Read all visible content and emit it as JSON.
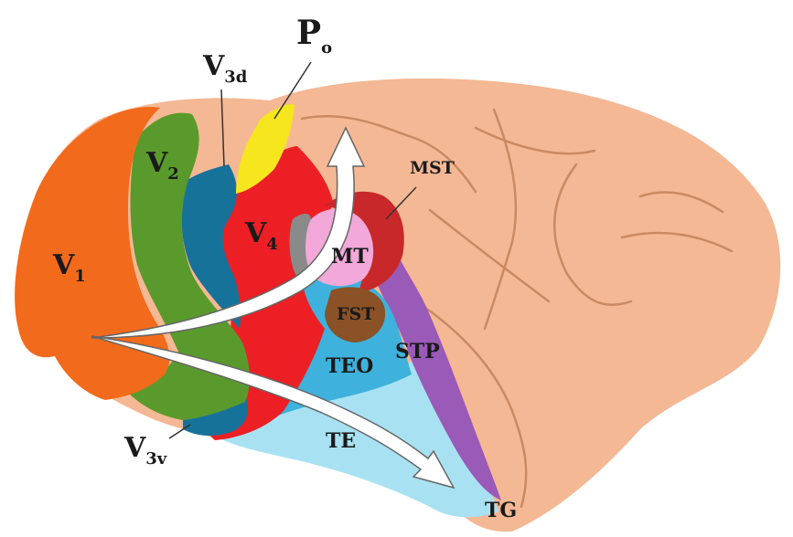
{
  "labels": {
    "v1": {
      "main": "V",
      "sub": "1"
    },
    "v2": {
      "main": "V",
      "sub": "2"
    },
    "v3d": {
      "main": "V",
      "sub": "3d"
    },
    "v3v": {
      "main": "V",
      "sub": "3v"
    },
    "v4": {
      "main": "V",
      "sub": "4"
    },
    "po": {
      "main": "P",
      "sub": "o"
    },
    "mt": "MT",
    "mst": "MST",
    "fst": "FST",
    "teo": "TEO",
    "stp": "STP",
    "te": "TE",
    "tg": "TG"
  },
  "colors": {
    "cortex": "#f4b894",
    "v1": "#f26a1b",
    "v2": "#5a9a2c",
    "v3": "#17729a",
    "v4": "#ec1f24",
    "po": "#f6e61e",
    "mt": "#f2a8d8",
    "mst": "#c8282a",
    "fst": "#8a5226",
    "teo": "#3eb2dc",
    "stp": "#9a5ab8",
    "te": "#a8e2f2",
    "arrow": "#ffffff"
  }
}
